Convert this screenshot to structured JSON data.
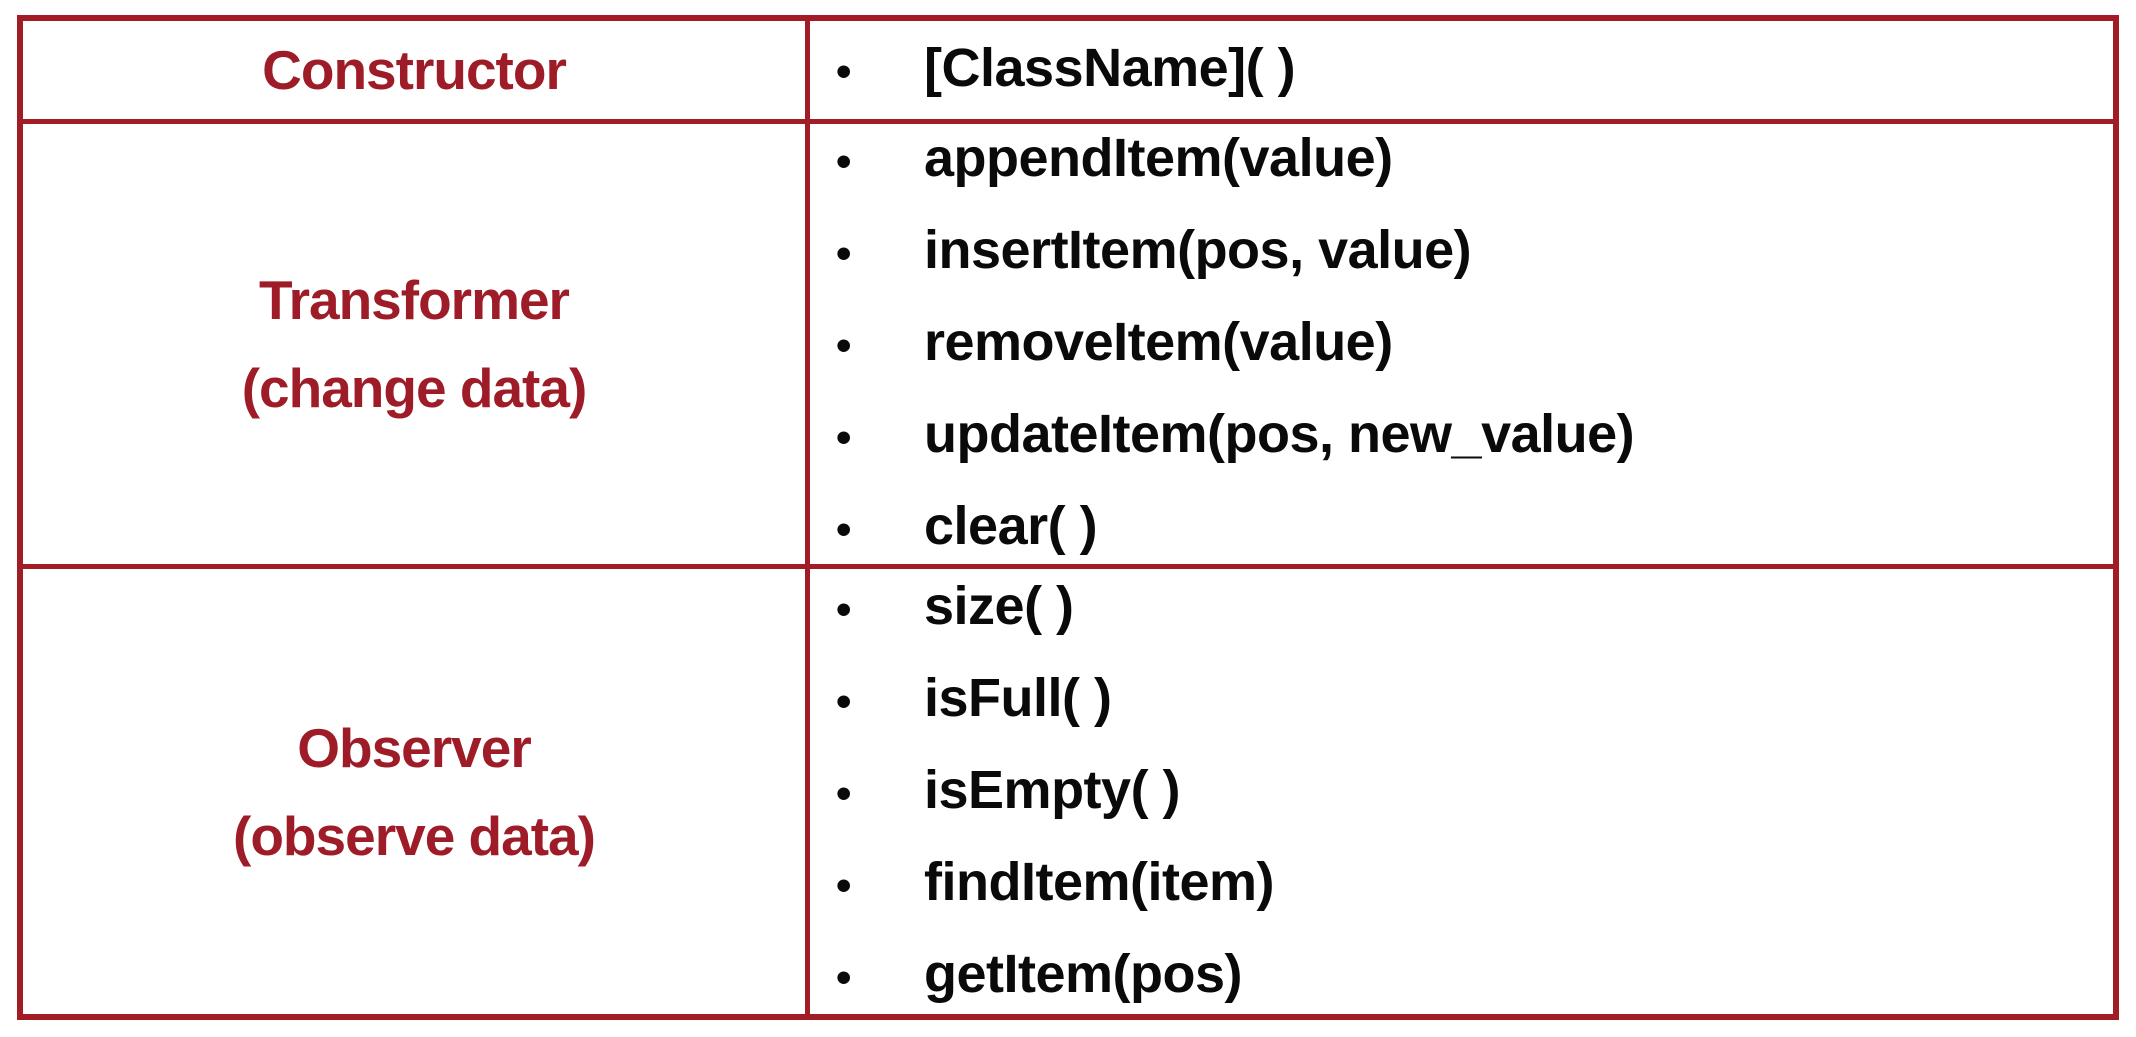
{
  "colors": {
    "border": "#A21C26",
    "label": "#9E1C28",
    "text": "#0A0A0A"
  },
  "bullet_char": "•",
  "table": {
    "rows": [
      {
        "label_lines": [
          "Constructor"
        ],
        "items": [
          "[ClassName]( )"
        ]
      },
      {
        "label_lines": [
          "Transformer",
          "(change data)"
        ],
        "items": [
          "appendItem(value)",
          "insertItem(pos, value)",
          "removeItem(value)",
          "updateItem(pos, new_value)",
          "clear( )"
        ]
      },
      {
        "label_lines": [
          "Observer",
          "(observe data)"
        ],
        "items": [
          "size( )",
          "isFull( )",
          "isEmpty( )",
          "findItem(item)",
          "getItem(pos)"
        ]
      }
    ]
  }
}
